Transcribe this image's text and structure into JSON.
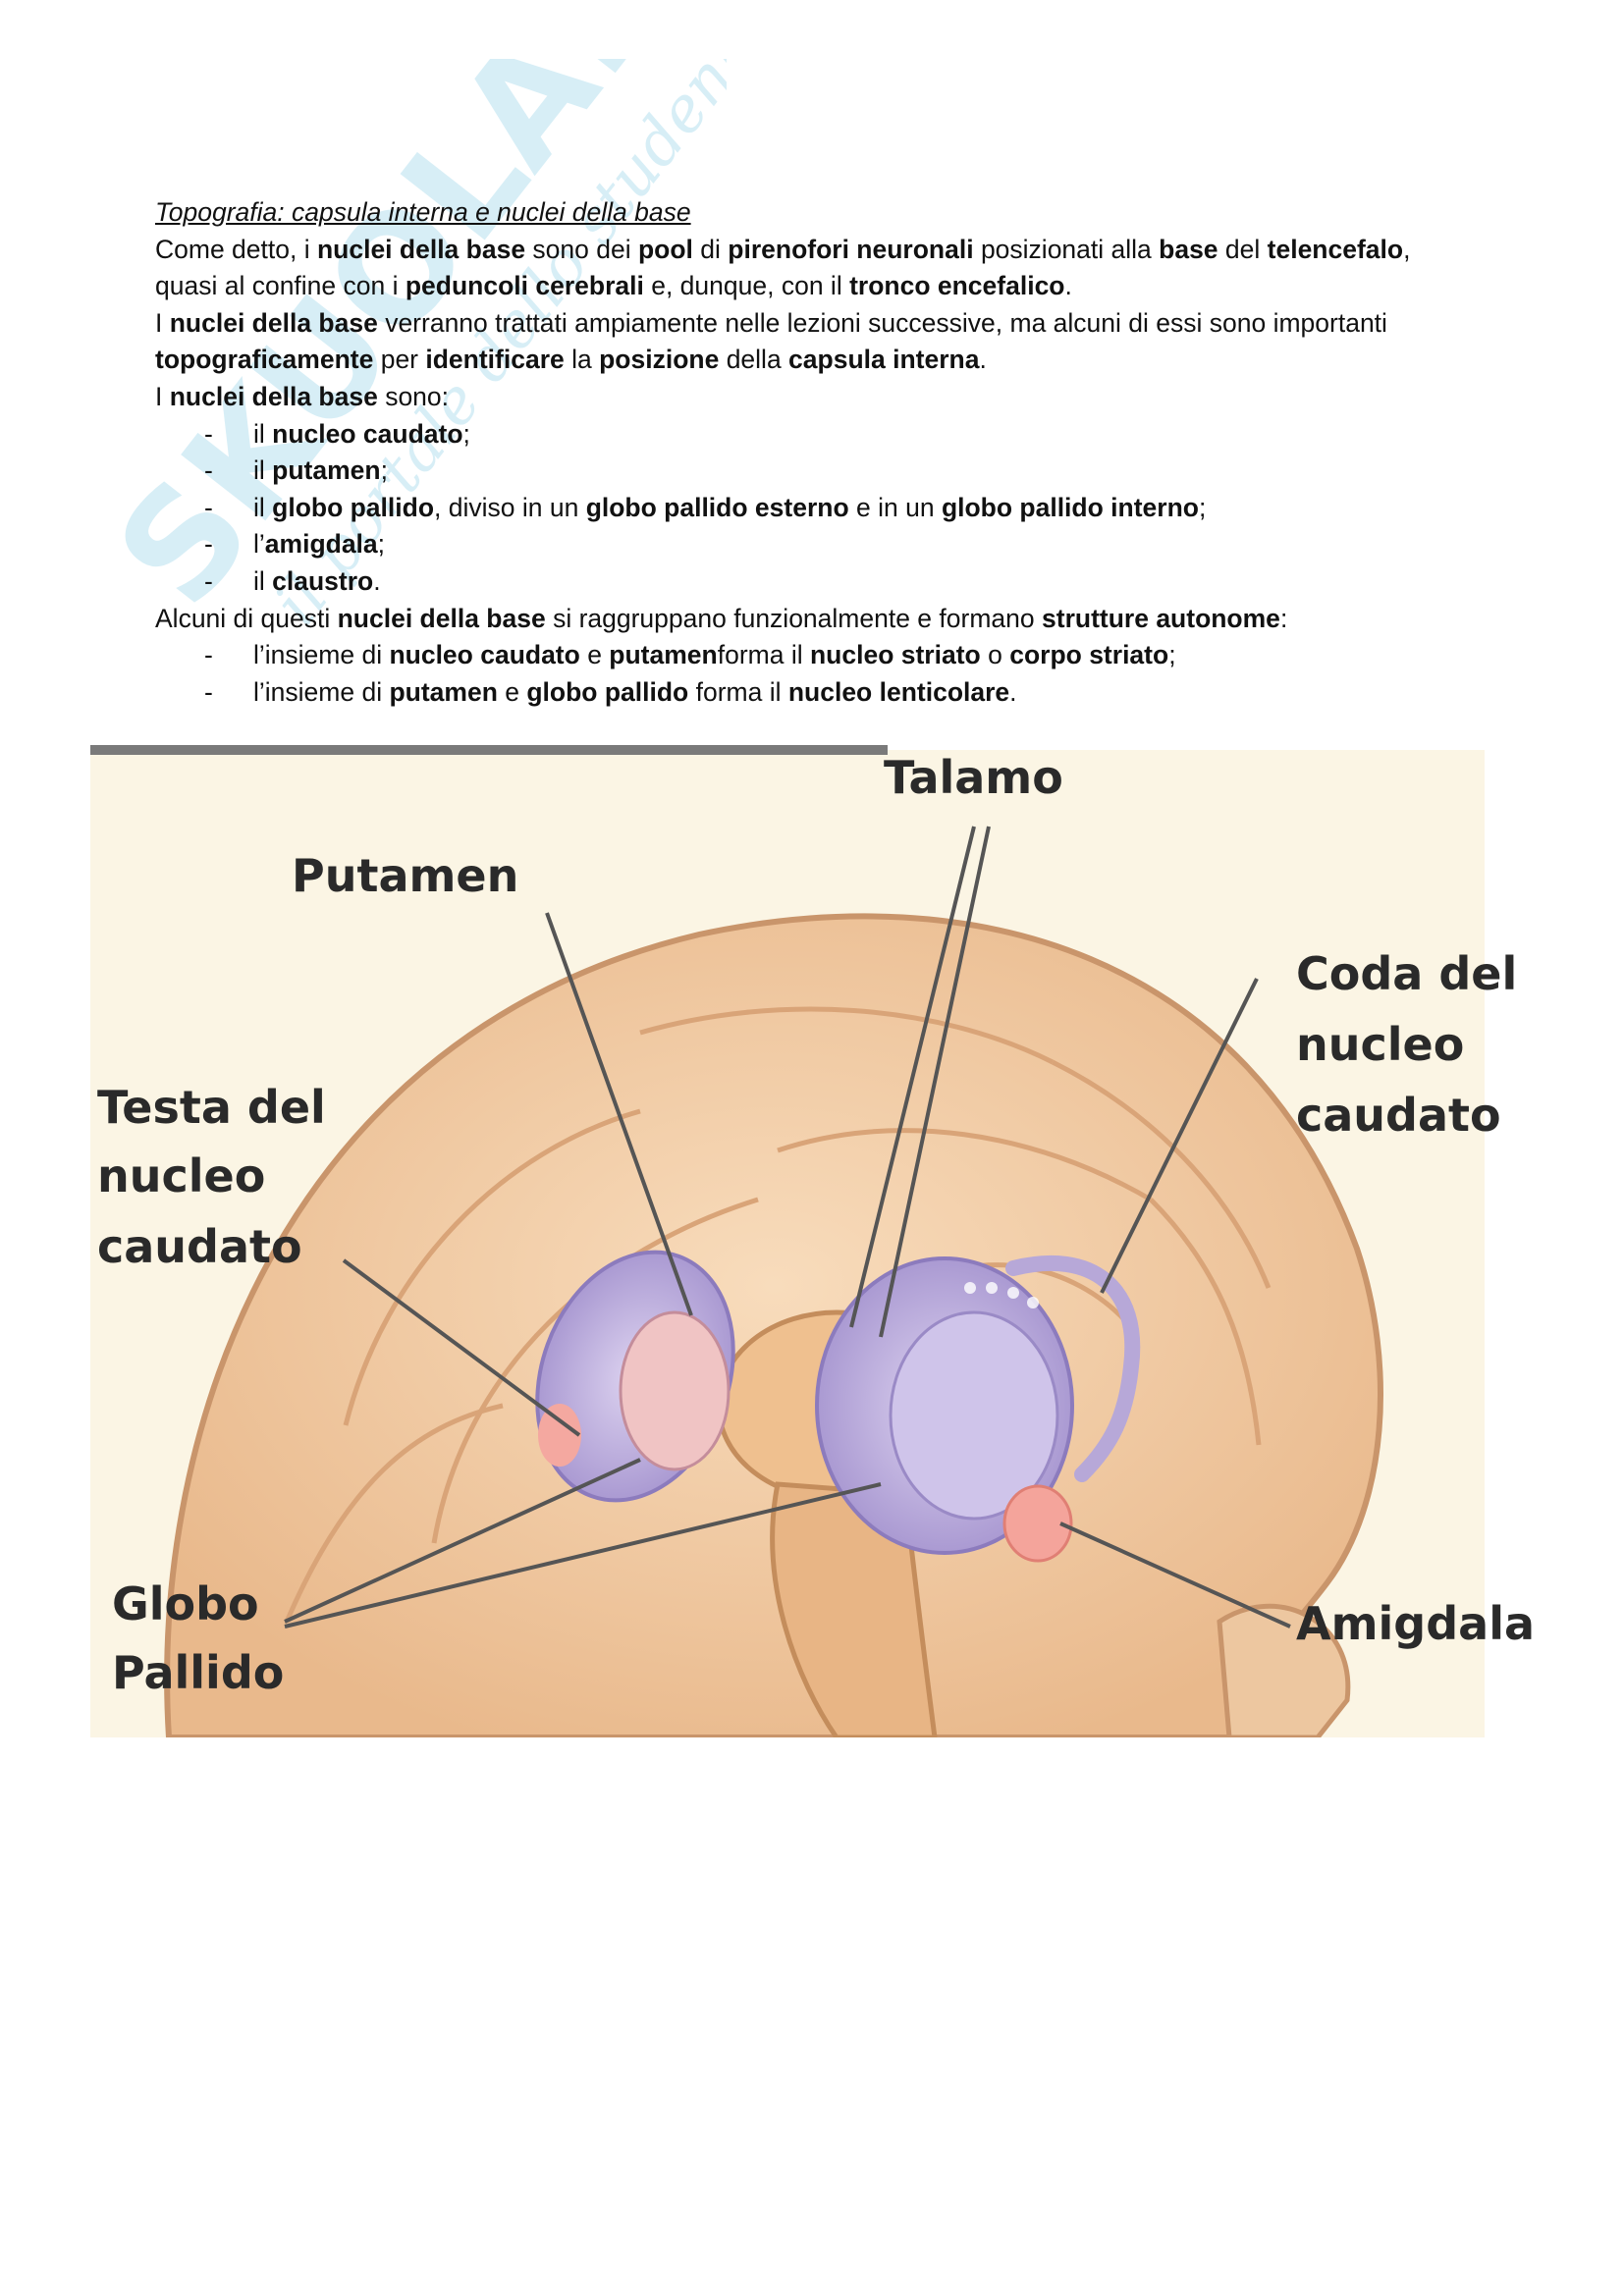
{
  "watermark": {
    "logo_text": "SKUOLA.net",
    "tagline": "il portale dello studente"
  },
  "heading": "Topografia: capsula interna e nuclei della base",
  "para1": {
    "t1": "Come detto, i ",
    "b1": "nuclei della base",
    "t2": " sono dei ",
    "b2": "pool",
    "t3": " di ",
    "b3": "pirenofori neuronali",
    "t4": " posizionati alla ",
    "b4": "base",
    "t5": " del ",
    "b5": "telencefalo",
    "t6": ",",
    "t7": "quasi al confine con i ",
    "b6": "peduncoli cerebrali",
    "t8": " e, dunque, con il ",
    "b7": "tronco encefalico",
    "t9": "."
  },
  "para2": {
    "t1": "I ",
    "b1": "nuclei della base",
    "t2": " verranno trattati ampiamente nelle lezioni successive, ma alcuni di essi sono importanti",
    "b2": "topograficamente",
    "t3": " per ",
    "b3": "identificare",
    "t4": " la ",
    "b4": "posizione",
    "t5": " della ",
    "b5": "capsula interna",
    "t6": "."
  },
  "para3": {
    "t1": "I ",
    "b1": "nuclei della base",
    "t2": " sono:"
  },
  "list1": [
    {
      "dash": "-",
      "t1": "il ",
      "b1": "nucleo caudato",
      "t2": ";"
    },
    {
      "dash": "-",
      "t1": "il ",
      "b1": "putamen",
      "t2": ";"
    },
    {
      "dash": "-",
      "t1": "il ",
      "b1": "globo pallido",
      "t2": ", diviso in un ",
      "b2": "globo pallido esterno",
      "t3": " e in un ",
      "b3": "globo pallido interno",
      "t4": ";"
    },
    {
      "dash": "-",
      "t1": "l’",
      "b1": "amigdala",
      "t2": ";"
    },
    {
      "dash": "-",
      "t1": "il ",
      "b1": "claustro",
      "t2": "."
    }
  ],
  "para4": {
    "t1": "Alcuni di questi ",
    "b1": "nuclei della base",
    "t2": " si raggruppano funzionalmente e formano ",
    "b2": "strutture autonome",
    "t3": ":"
  },
  "list2": [
    {
      "dash": "-",
      "t1": "l’insieme di ",
      "b1": "nucleo caudato",
      "t2": " e ",
      "b2": "putamen",
      "t3": "forma il ",
      "b3": "nucleo striato",
      "t4": " o ",
      "b4": "corpo striato",
      "t5": ";"
    },
    {
      "dash": "-",
      "t1": "l’insieme di ",
      "b1": "putamen",
      "t2": " e ",
      "b2": "globo pallido",
      "t3": " forma il ",
      "b3": "nucleo lenticolare",
      "t4": "."
    }
  ],
  "figure": {
    "labels": {
      "talamo": "Talamo",
      "putamen": "Putamen",
      "coda_1": "Coda del",
      "coda_2": "nucleo",
      "coda_3": "caudato",
      "testa_1": "Testa del",
      "testa_2": "nucleo",
      "testa_3": "caudato",
      "globo_1": "Globo",
      "globo_2": "Pallido",
      "amigdala": "Amigdala"
    },
    "colors": {
      "brain": "#f2cfa6",
      "nuclei": "#b7a8d8",
      "amigdala": "#f4a49b",
      "line": "#555555"
    }
  }
}
